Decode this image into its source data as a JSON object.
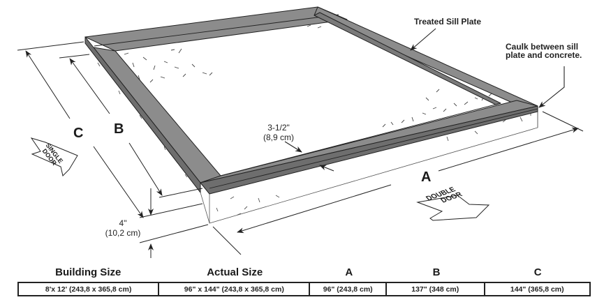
{
  "diagram": {
    "callouts": {
      "sill_plate": "Treated Sill Plate",
      "caulk_line1": "Caulk between sill",
      "caulk_line2": "plate and concrete."
    },
    "dimensions": {
      "a_label": "A",
      "b_label": "B",
      "c_label": "C",
      "plate_width_in": "3-1/2\"",
      "plate_width_cm": "(8,9 cm)",
      "slab_height_in": "4\"",
      "slab_height_cm": "(10,2 cm)"
    },
    "door_markers": {
      "single_line1": "SINGLE",
      "single_line2": "DOOR",
      "double_line1": "DOUBLE",
      "double_line2": "DOOR"
    },
    "colors": {
      "sill_plate": "#8c8c8c",
      "sill_plate_dark": "#6e6e6e",
      "outline": "#222222",
      "slab": "#ffffff"
    }
  },
  "table": {
    "headers": [
      "Building Size",
      "Actual Size",
      "A",
      "B",
      "C"
    ],
    "rows": [
      [
        "8'x 12' (243,8 x 365,8 cm)",
        "96\" x 144\" (243,8 x 365,8 cm)",
        "96\" (243,8 cm)",
        "137\" (348 cm)",
        "144\" (365,8 cm)"
      ]
    ]
  }
}
